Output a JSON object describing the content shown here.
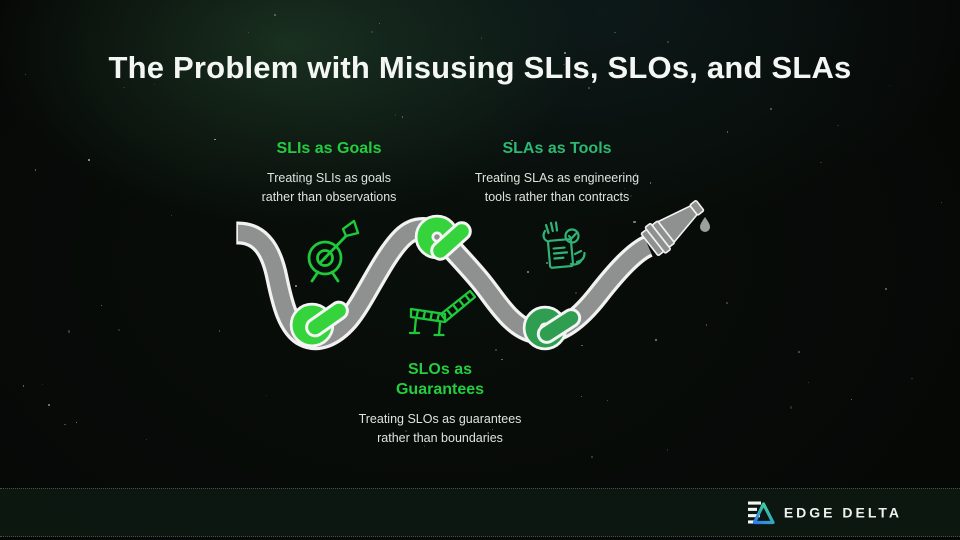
{
  "title": "The Problem with Misusing SLIs, SLOs, and SLAs",
  "sections": [
    {
      "heading": "SLIs as Goals",
      "heading_color": "#24cc3f",
      "body": "Treating SLIs as goals\nrather than observations"
    },
    {
      "heading": "SLAs as Tools",
      "heading_color": "#2db873",
      "body": "Treating SLAs as engineering\ntools rather than contracts"
    },
    {
      "heading": "SLOs as\nGuarantees",
      "heading_color": "#24cc3f",
      "body": "Treating SLOs as guarantees\nrather than boundaries"
    }
  ],
  "illustration": {
    "hose_gray": "#8f9190",
    "knot_bright_green": "#35d43c",
    "knot_dark_green": "#2f9e51",
    "icon_green": "#1fc93a",
    "contract_icon_green": "#2fb377",
    "icon_names": [
      "target-arrow-icon",
      "contract-check-icon",
      "barrier-icon"
    ]
  },
  "footer": {
    "brand": "EDGE DELTA"
  },
  "colors": {
    "background": "#060806",
    "title_text": "#f4f6f4",
    "body_text": "#dfe3df",
    "footer_band": "#0e1a13"
  }
}
